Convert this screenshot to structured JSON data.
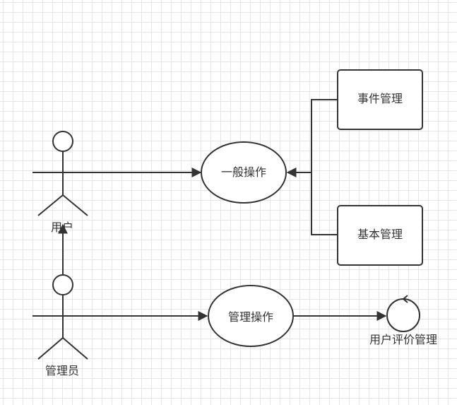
{
  "diagram": {
    "actors": {
      "user": {
        "label": "用户"
      },
      "admin": {
        "label": "管理员"
      }
    },
    "use_cases": {
      "general_ops": {
        "label": "一般操作"
      },
      "manage_ops": {
        "label": "管理操作"
      }
    },
    "boxes": {
      "event_mgmt": {
        "label": "事件管理"
      },
      "basic_mgmt": {
        "label": "基本管理"
      }
    },
    "control": {
      "user_rating_mgmt": {
        "label": "用户评价管理"
      }
    }
  }
}
